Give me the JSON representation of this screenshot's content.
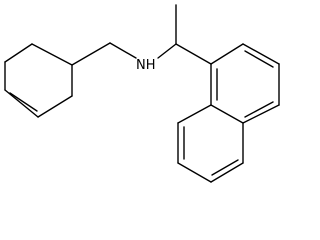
{
  "molecule": {
    "atom_labels": {
      "amine": "NH"
    },
    "fragments": [
      "cyclohexene-ring",
      "methylene-linker",
      "secondary-amine",
      "ethyl-methyl-branch",
      "naphthalene-ring-system"
    ]
  },
  "colors": {
    "bond": "#000000",
    "background": "#ffffff"
  }
}
